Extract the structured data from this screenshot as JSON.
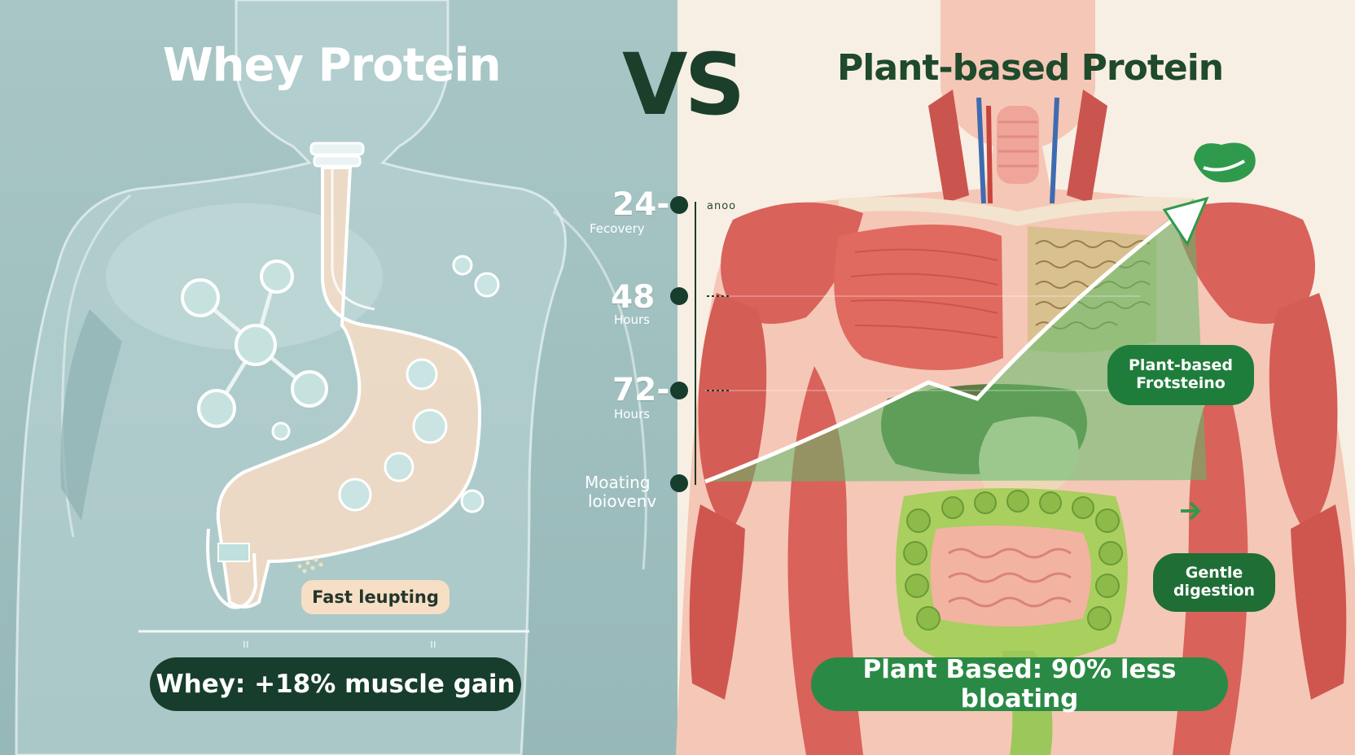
{
  "titles": {
    "left": "Whey Protein",
    "vs": "VS",
    "right": "Plant-based Protein"
  },
  "timeline": {
    "mark_24": "24-",
    "mark_24_sub": "Fecovery",
    "mark_24_tiny": "ano​o",
    "mark_48": "48",
    "mark_48_sub": "Hours",
    "mark_72": "72-",
    "mark_72_sub": "Hours",
    "bottom_label_1": "Moating",
    "bottom_label_2": "loiovenv"
  },
  "labels": {
    "fast_tag": "Fast leupting",
    "bubble_plant_1": "Plant-based",
    "bubble_plant_2": "Frotsteino",
    "bubble_gentle_1": "Gentle",
    "bubble_gentle_2": "digestion"
  },
  "stats": {
    "whey": "Whey: +18% muscle gain",
    "plant": "Plant Based: 90% less bloating"
  },
  "icons": [
    "bean-leaf-icon",
    "arrow-right-icon",
    "molecule-icon",
    "stomach-icon",
    "growth-arrow-icon"
  ],
  "colors": {
    "whey_bg": "#a9c6c6",
    "plant_bg": "#f8efe4",
    "dark_green": "#173d2c",
    "brand_green": "#2a8a45",
    "muscle_red": "#d9625a"
  }
}
